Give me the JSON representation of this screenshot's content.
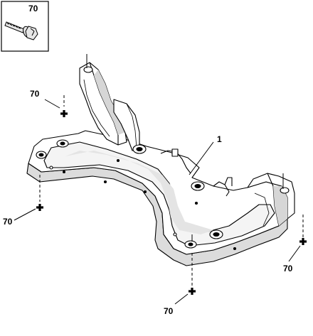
{
  "inset": {
    "ref": "70",
    "icon": "flange-bolt-icon"
  },
  "callouts": [
    {
      "id": "part-1",
      "text": "1"
    },
    {
      "id": "ref-left-arm",
      "text": "70"
    },
    {
      "id": "ref-left-front",
      "text": "70"
    },
    {
      "id": "ref-bottom",
      "text": "70"
    },
    {
      "id": "ref-right",
      "text": "70"
    }
  ],
  "marker_icon": "tightening-point-plus-icon"
}
